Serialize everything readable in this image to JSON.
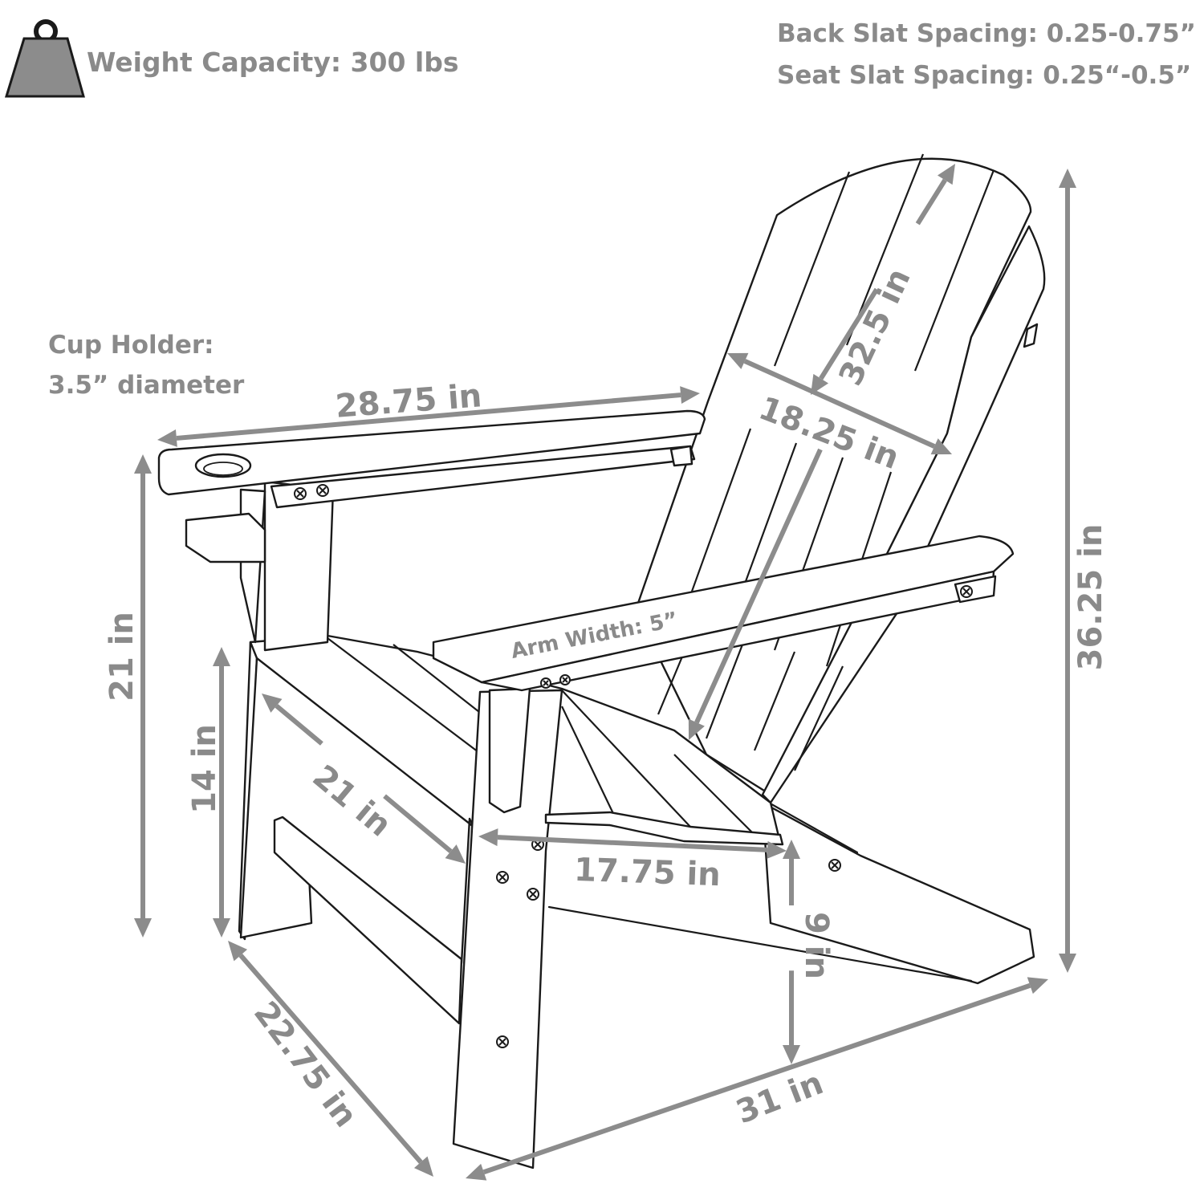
{
  "specs": {
    "weight_capacity": "Weight Capacity: 300 lbs",
    "back_slat_spacing": "Back Slat Spacing: 0.25-0.75”",
    "seat_slat_spacing": "Seat Slat Spacing: 0.25“-0.5”",
    "cup_holder_title": "Cup Holder:",
    "cup_holder_diameter": "3.5” diameter",
    "arm_width": "Arm Width: 5”"
  },
  "dimensions": {
    "arm_length": "28.75 in",
    "back_height": "32.5 in",
    "back_width": "18.25 in",
    "total_height": "36.25 in",
    "arm_height": "21 in",
    "seat_height": "14 in",
    "seat_depth": "21 in",
    "seat_width": "17.75 in",
    "rear_height": "9 in",
    "total_width": "22.75 in",
    "total_depth": "31 in"
  },
  "colors": {
    "dimension_gray": "#8c8c8c",
    "text_gray": "#8a8a8a",
    "outline": "#1a1a1a"
  },
  "icons": {
    "weight": "weight-icon",
    "screw": "screw-icon"
  }
}
